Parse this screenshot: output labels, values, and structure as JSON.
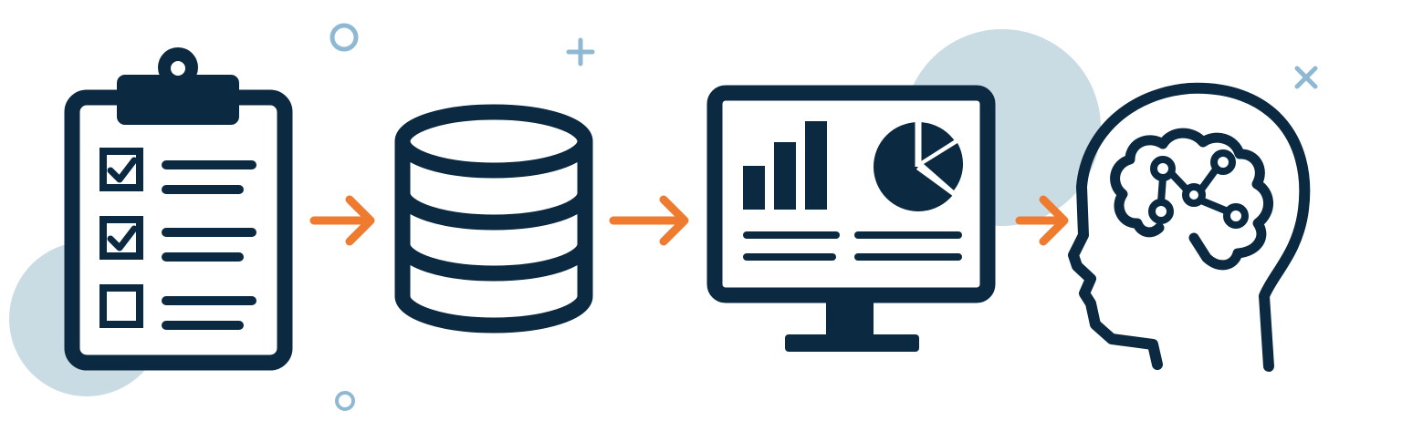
{
  "colors": {
    "navy": "#0b2a42",
    "orange": "#ee7b2f",
    "accent_blue": "#8fb9d2",
    "blob": "#c9dbe3",
    "background": "#ffffff"
  },
  "steps": [
    {
      "id": "collect",
      "icon": "clipboard-checklist-icon",
      "checklist": [
        true,
        true,
        false
      ]
    },
    {
      "id": "store",
      "icon": "database-icon"
    },
    {
      "id": "analyze",
      "icon": "monitor-dashboard-icon",
      "bar_levels": [
        0.5,
        0.7,
        1.0
      ],
      "pie_slices": 3
    },
    {
      "id": "understand",
      "icon": "head-brain-network-icon"
    }
  ],
  "connectors": [
    "arrow-right-icon",
    "arrow-right-icon",
    "arrow-right-icon"
  ],
  "decorations": [
    "circle-outline-icon",
    "plus-icon",
    "x-icon",
    "circle-outline-icon"
  ]
}
